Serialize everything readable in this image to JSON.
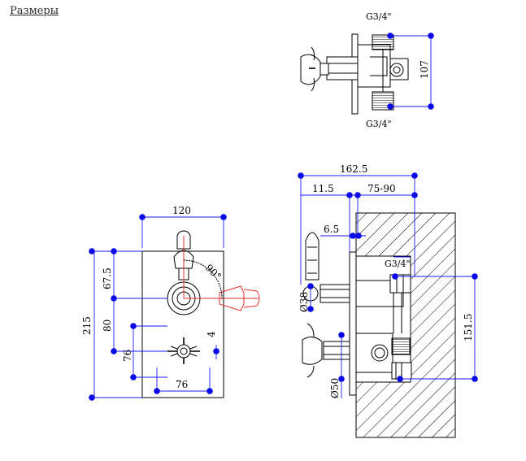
{
  "heading": "Размеры",
  "labels": {
    "top_thread_1": "G3/4\"",
    "top_thread_2": "G3/4\"",
    "top_height": "107",
    "front_width": "120",
    "front_angle": "90°",
    "front_height": "215",
    "front_67": "67.5",
    "front_80": "80",
    "front_76v": "76",
    "front_76h": "76",
    "front_4": "4",
    "side_total": "162.5",
    "side_11": "11.5",
    "side_range": "75-90",
    "side_6": "6.5",
    "side_thread": "G3/4\"",
    "side_d38": "Ø38",
    "side_d50": "Ø50",
    "side_151": "151.5"
  }
}
